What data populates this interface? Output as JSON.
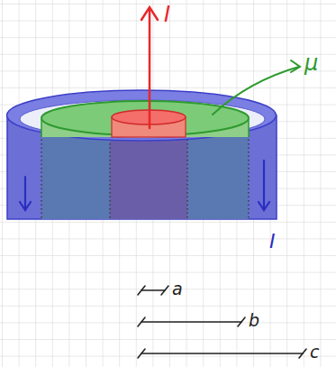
{
  "diagram": {
    "labels": [
      "I",
      "μ",
      "I",
      "a",
      "b",
      "c"
    ]
  }
}
